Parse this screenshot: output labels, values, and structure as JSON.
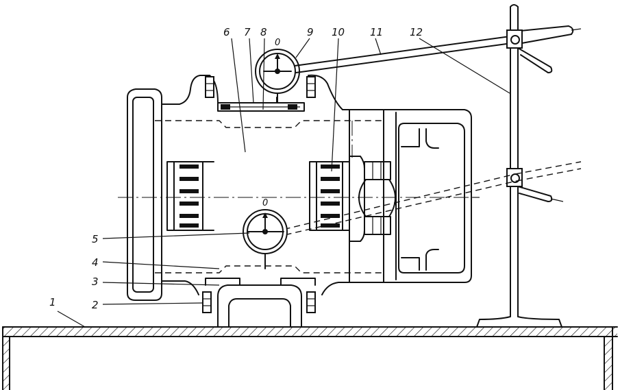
{
  "figure": {
    "callouts": [
      {
        "id": "1",
        "text": "1"
      },
      {
        "id": "2",
        "text": "2"
      },
      {
        "id": "3",
        "text": "3"
      },
      {
        "id": "4",
        "text": "4"
      },
      {
        "id": "5",
        "text": "5"
      },
      {
        "id": "6",
        "text": "6"
      },
      {
        "id": "7",
        "text": "7"
      },
      {
        "id": "8",
        "text": "8"
      },
      {
        "id": "9",
        "text": "9"
      },
      {
        "id": "10",
        "text": "10"
      },
      {
        "id": "11",
        "text": "11"
      },
      {
        "id": "12",
        "text": "12"
      }
    ],
    "dials": {
      "top_zero_mark": "0",
      "middle_zero_mark": "0"
    },
    "colors": {
      "ink": "#111111",
      "paper": "#ffffff"
    }
  }
}
